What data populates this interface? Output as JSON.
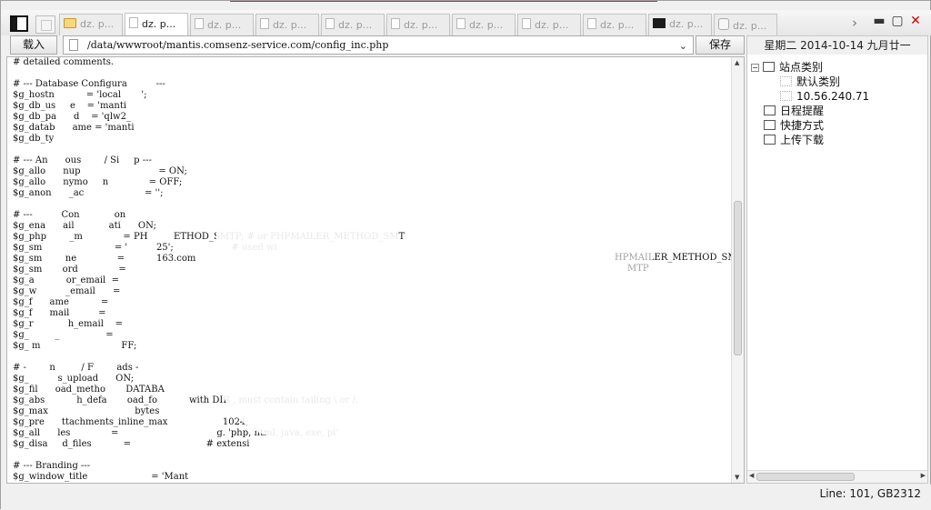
{
  "tabs": [
    {
      "label": "dz. p...",
      "icon": "folder-icon",
      "active": false
    },
    {
      "label": "dz. p...",
      "icon": "document-icon",
      "active": true
    },
    {
      "label": "dz. p...",
      "icon": "document-icon",
      "active": false
    },
    {
      "label": "dz. p...",
      "icon": "document-icon",
      "active": false
    },
    {
      "label": "dz. p...",
      "icon": "document-icon",
      "active": false
    },
    {
      "label": "dz. p...",
      "icon": "document-icon",
      "active": false
    },
    {
      "label": "dz. p...",
      "icon": "document-icon",
      "active": false
    },
    {
      "label": "dz. p...",
      "icon": "document-icon",
      "active": false
    },
    {
      "label": "dz. p...",
      "icon": "document-icon",
      "active": false
    },
    {
      "label": "dz. p...",
      "icon": "terminal-icon",
      "active": false
    },
    {
      "label": "dz. p...",
      "icon": "disk-icon",
      "active": false
    }
  ],
  "first_tab": {
    "label": "dz. p..."
  },
  "toolbar": {
    "load_label": "载入",
    "save_label": "保存",
    "path": "/data/wwwroot/mantis.comsenz-service.com/config_inc.php"
  },
  "editor": {
    "lines": [
      "# detailed comments.",
      "",
      "# --- Database Configura          ---",
      "$g_hostn           = 'local       ';",
      "$g_db_us     e    = 'manti",
      "$g_db_pa      d    = 'qlw2_",
      "$g_datab      ame = 'manti",
      "$g_db_ty",
      "",
      "# --- An      ous        / Si     p ---",
      "$g_allo      nup                           = ON;",
      "$g_allo      nymo     n              = OFF;",
      "$g_anon      _ac                     = '';",
      "",
      "# ---          Con            on",
      "$g_ena      ail            ati      ON;",
      "$g_php        _m              = PH         ETHOD_SMTP; # or PHPMAILER_METHOD_SMT",
      "$g_sm                         = '          25';                    # used wi",
      "$g_sm        ne              =           163.com",
      "$g_sm       ord              =",
      "$g_a           or_email  =",
      "$g_w          _email      =",
      "$g_f      ame           =",
      "$g_f      mail          =",
      "$g_r            h_email    =",
      "$g_         _                =",
      "$g_ m                            FF;",
      "",
      "# -        n         / F        ads -",
      "$g_          s_upload      ON;",
      "$g_fil      oad_metho       DATABA",
      "$g_abs           h_defa       oad_fo           with DIR , must contain tailing \\ or /.",
      "$g_max                              bytes",
      "$g_pre      ttachments_inline_max                   1024;",
      "$g_all      les              =                                  g. 'php, html, java, exe, pl'",
      "$g_disa     d_files           =                          # extensi",
      "",
      "# --- Branding ---",
      "$g_window_title                      = 'Mant"
    ],
    "right_fragments": [
      {
        "text": "HPMAILER_METHOD_SMTP",
        "row": 18
      },
      {
        "text": "MTP",
        "row": 19
      }
    ]
  },
  "sidebar": {
    "date": "星期二  2014-10-14  九月廿一",
    "tree": [
      {
        "label": "站点类别",
        "level": 0,
        "expander": "−"
      },
      {
        "label": "默认类别",
        "level": 1
      },
      {
        "label": "10.56.240.71",
        "level": 1
      },
      {
        "label": "日程提醒",
        "level": 0
      },
      {
        "label": "快捷方式",
        "level": 0
      },
      {
        "label": "上传下载",
        "level": 0
      }
    ]
  },
  "status": {
    "text": "Line: 101, GB2312"
  }
}
